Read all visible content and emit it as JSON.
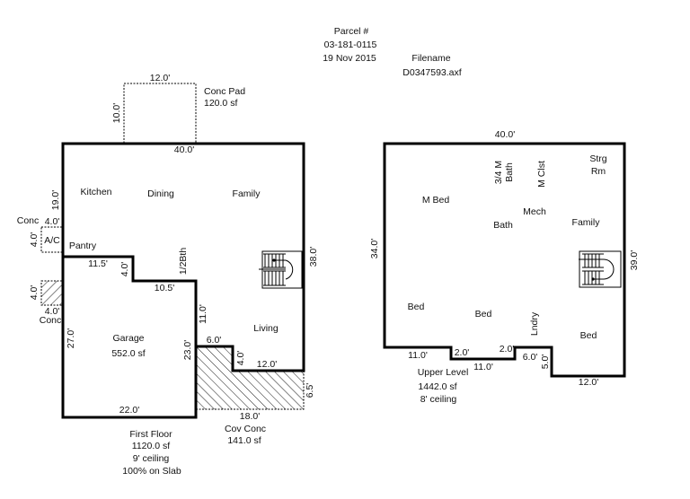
{
  "header": {
    "parcel_label": "Parcel #",
    "parcel_number": "03-181-0115",
    "date": "19 Nov 2015",
    "filename_label": "Filename",
    "filename": "D0347593.axf"
  },
  "first_floor": {
    "summary": {
      "name": "First Floor",
      "area": "1120.0 sf",
      "ceiling": "9' ceiling",
      "foundation": "100% on Slab"
    },
    "rooms": {
      "kitchen": "Kitchen",
      "dining": "Dining",
      "family": "Family",
      "pantry": "Pantry",
      "half_bath": "1/2Bth",
      "living": "Living"
    },
    "garage": {
      "name": "Garage",
      "area": "552.0 sf"
    },
    "conc_pad": {
      "name": "Conc Pad",
      "area": "120.0 sf",
      "width": "12.0'",
      "depth": "10.0'"
    },
    "ac_pad": {
      "conc_label": "Conc",
      "label": "A/C",
      "width": "4.0'",
      "depth": "4.0'"
    },
    "side_conc": {
      "label": "Conc",
      "width": "4.0'",
      "depth": "4.0'"
    },
    "cov_conc": {
      "name": "Cov Conc",
      "area": "141.0 sf",
      "width": "18.0'",
      "depth": "6.5'"
    },
    "dimensions": {
      "top": "40.0'",
      "left_upper": "19.0'",
      "pantry_wall": "11.5'",
      "pantry_step": "4.0'",
      "bath_wall": "10.5'",
      "right": "38.0'",
      "inner_right": "11.0'",
      "porch_top": "6.0'",
      "porch_step": "4.0'",
      "porch_wall": "12.0'",
      "garage_left": "27.0'",
      "garage_right": "23.0'",
      "garage_bottom": "22.0'"
    }
  },
  "upper_level": {
    "summary": {
      "name": "Upper Level",
      "area": "1442.0 sf",
      "ceiling": "8' ceiling"
    },
    "rooms": {
      "master_bed": "M Bed",
      "three_quarter_bath_line1": "3/4 M",
      "three_quarter_bath_line2": "Bath",
      "master_closet": "M Clst",
      "storage_line1": "Strg",
      "storage_line2": "Rm",
      "bath": "Bath",
      "mech": "Mech",
      "family": "Family",
      "bed_1": "Bed",
      "bed_2": "Bed",
      "bed_3": "Bed",
      "laundry": "Lndry"
    },
    "dimensions": {
      "top": "40.0'",
      "left": "34.0'",
      "right": "39.0'",
      "bottom_left": "11.0'",
      "step_1": "2.0'",
      "recess": "11.0'",
      "step_2": "2.0'",
      "bump": "6.0'",
      "bump_depth": "5.0'",
      "bottom_right": "12.0'"
    }
  }
}
